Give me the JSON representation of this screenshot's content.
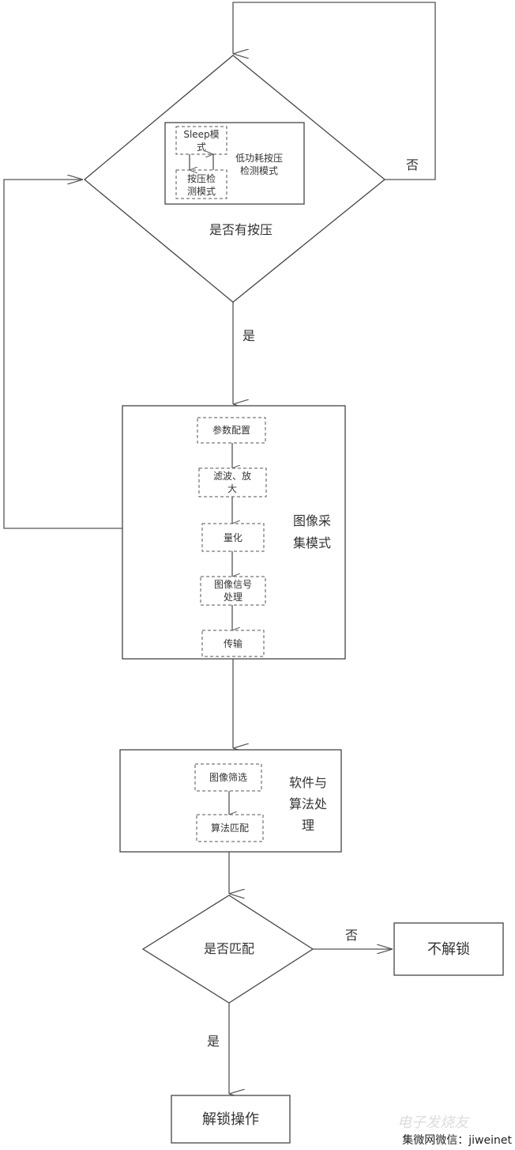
{
  "diagram": {
    "detect_decision": {
      "label": "是否有按压",
      "inner_group_label": [
        "低功耗按压",
        "检测模式"
      ],
      "sleep_mode": [
        "Sleep模",
        "式"
      ],
      "press_detect_mode": [
        "按压检",
        "测模式"
      ],
      "no_label": "否",
      "yes_label": "是"
    },
    "image_capture": {
      "label": [
        "图像采",
        "集模式"
      ],
      "steps": [
        [
          "参数配置"
        ],
        [
          "滤波、放",
          "大"
        ],
        [
          "量化"
        ],
        [
          "图像信号",
          "处理"
        ],
        [
          "传输"
        ]
      ]
    },
    "software": {
      "label": [
        "软件与",
        "算法处",
        "理"
      ],
      "steps": [
        "图像筛选",
        "算法匹配"
      ]
    },
    "match_decision": {
      "label": "是否匹配",
      "no_label": "否",
      "yes_label": "是"
    },
    "no_unlock": "不解锁",
    "unlock": "解锁操作",
    "watermark": {
      "logo": "电子发烧友",
      "text": "集微网微信：jiweinet"
    }
  }
}
